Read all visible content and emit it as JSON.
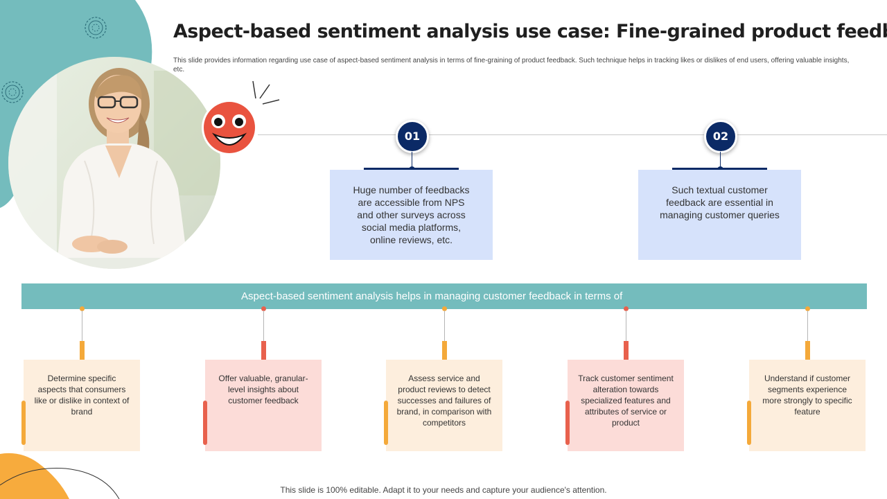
{
  "slide": {
    "title": "Aspect-based sentiment analysis use case: Fine-grained product feedback",
    "subtitle": "This slide provides information regarding use case of aspect-based sentiment analysis in terms of fine-graining of product feedback. Such technique helps in tracking likes or dislikes of end users, offering valuable insights, etc.",
    "footer": "This slide is 100% editable. Adapt it to your needs and capture your audience's attention."
  },
  "steps": [
    {
      "number": "01",
      "text": "Huge number of feedbacks are accessible from NPS and other surveys across social media platforms, online reviews, etc."
    },
    {
      "number": "02",
      "text": "Such textual customer feedback are essential in managing customer queries"
    }
  ],
  "banner": {
    "text": "Aspect-based sentiment analysis helps in managing customer feedback in terms of"
  },
  "aspects": [
    {
      "text": "Determine specific aspects that consumers like or dislike in context of brand",
      "accent": "#f4a93a",
      "card_bg": "#fdeedd"
    },
    {
      "text": "Offer valuable, granular-level  insights about customer feedback",
      "accent": "#e8614d",
      "card_bg": "#fcdcd8"
    },
    {
      "text": "Assess service and product reviews  to detect successes and failures of brand, in comparison with competitors",
      "accent": "#f4a93a",
      "card_bg": "#fdeedd"
    },
    {
      "text": "Track customer sentiment alteration towards specialized features and attributes of service or product",
      "accent": "#e8614d",
      "card_bg": "#fcdcd8"
    },
    {
      "text": "Understand  if customer segments experience more strongly to specific feature",
      "accent": "#f4a93a",
      "card_bg": "#fdeedd"
    }
  ],
  "colors": {
    "teal": "#74bcbd",
    "navy": "#0b2a66",
    "step_box": "#d6e2fb",
    "emoji_red": "#e9533f",
    "orange_blob": "#f7ab3d"
  },
  "icons": [
    "gear-icon",
    "smiley-emoji-icon",
    "person-photo"
  ]
}
